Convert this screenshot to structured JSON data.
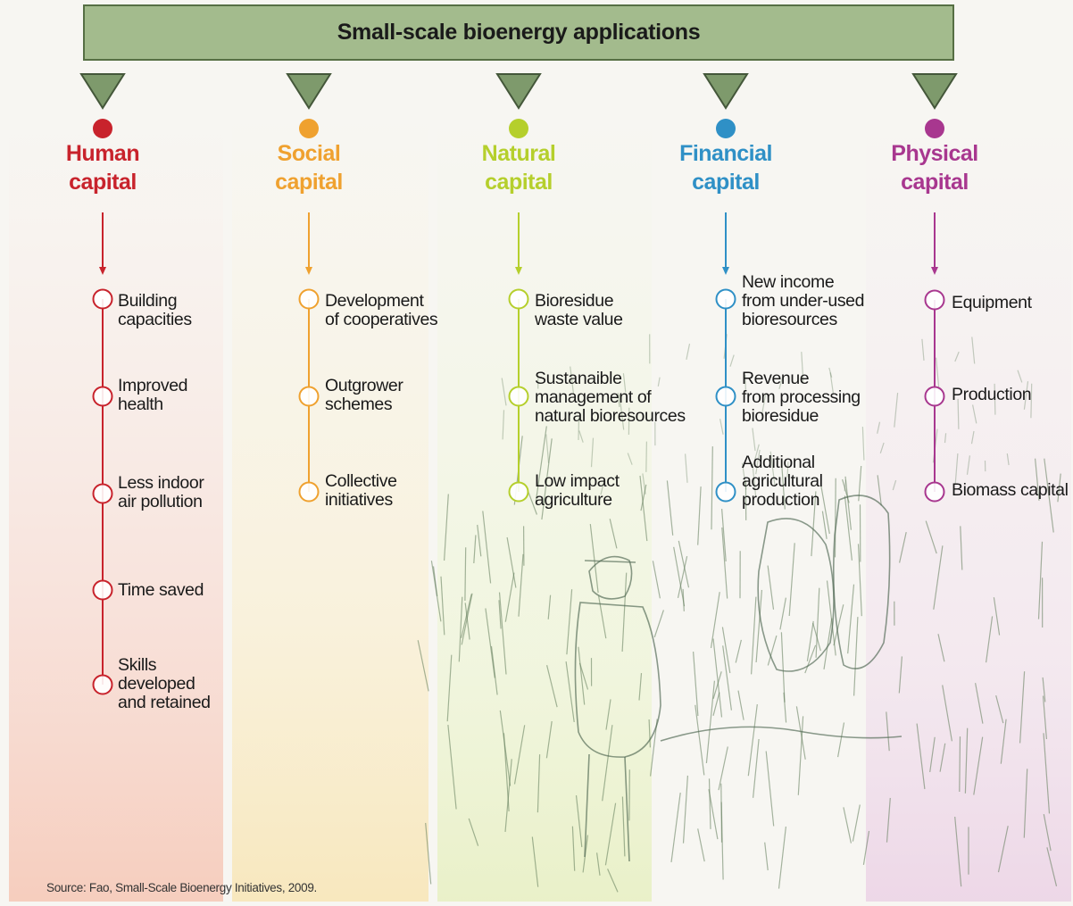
{
  "title": "Small-scale bioenergy applications",
  "source": "Source: Fao, Small-Scale Bioenergy Initiatives, 2009.",
  "columns": [
    {
      "line1": "Human",
      "line2": "capital",
      "color": "#c8232c",
      "items": [
        {
          "lines": [
            "Building",
            "capacities"
          ]
        },
        {
          "lines": [
            "Improved",
            "health"
          ]
        },
        {
          "lines": [
            "Less indoor",
            "air pollution"
          ]
        },
        {
          "lines": [
            "Time saved"
          ]
        },
        {
          "lines": [
            "Skills",
            "developed",
            "and retained"
          ]
        }
      ]
    },
    {
      "line1": "Social",
      "line2": "capital",
      "color": "#efa12f",
      "items": [
        {
          "lines": [
            "Development",
            "of cooperatives"
          ]
        },
        {
          "lines": [
            "Outgrower",
            "schemes"
          ]
        },
        {
          "lines": [
            "Collective",
            "initiatives"
          ]
        }
      ]
    },
    {
      "line1": "Natural",
      "line2": "capital",
      "color": "#b5cf2c",
      "items": [
        {
          "lines": [
            "Bioresidue",
            "waste value"
          ]
        },
        {
          "lines": [
            "Sustanaible",
            "management of",
            "natural bioresources"
          ]
        },
        {
          "lines": [
            "Low impact",
            "agriculture"
          ]
        }
      ]
    },
    {
      "line1": "Financial",
      "line2": "capital",
      "color": "#2f90c6",
      "items": [
        {
          "lines": [
            "New income",
            "from under-used",
            "bioresources"
          ]
        },
        {
          "lines": [
            "Revenue",
            "from processing",
            "bioresidue"
          ]
        },
        {
          "lines": [
            "Additional",
            "agricultural",
            "production"
          ]
        }
      ]
    },
    {
      "line1": "Physical",
      "line2": "capital",
      "color": "#a8378f",
      "items": [
        {
          "lines": [
            "Equipment"
          ]
        },
        {
          "lines": [
            "Production"
          ]
        },
        {
          "lines": [
            "Biomass capital"
          ]
        }
      ]
    }
  ]
}
